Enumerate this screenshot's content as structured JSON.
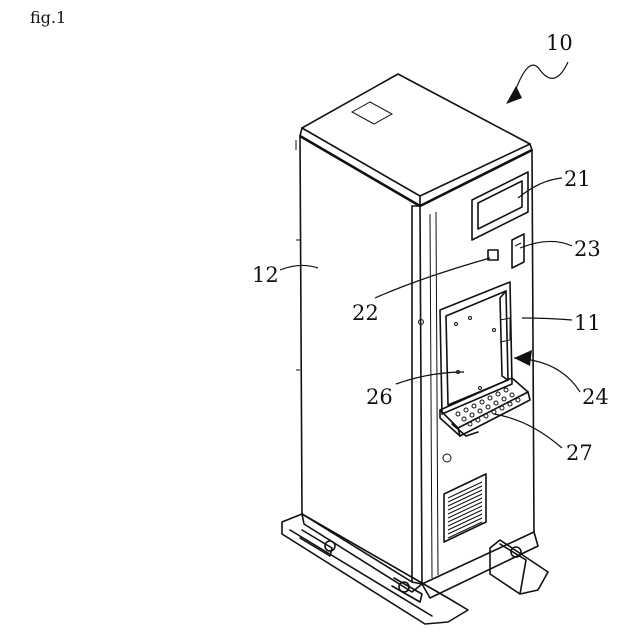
{
  "figure": {
    "label": "fig.1",
    "reference_numerals": {
      "machine": "10",
      "side_panel": "12",
      "display": "21",
      "button": "22",
      "card_slot": "23",
      "front_panel": "11",
      "dispensing_opening": "24",
      "inner_plate": "26",
      "drip_tray": "27"
    }
  },
  "colors": {
    "line": "#111111",
    "background": "#ffffff"
  },
  "icons": {
    "direction_arrow": "arrow-icon"
  }
}
